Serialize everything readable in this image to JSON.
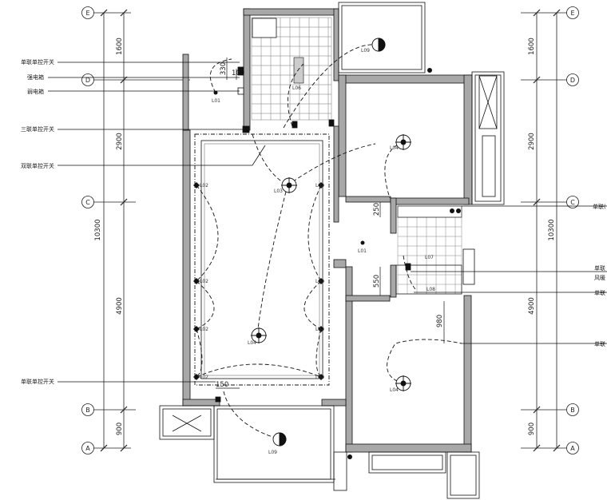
{
  "grid_axes": {
    "left": [
      "E",
      "D",
      "C",
      "B",
      "A"
    ],
    "right": [
      "E",
      "D",
      "C",
      "B",
      "A"
    ]
  },
  "dimensions": {
    "segments": [
      "1600",
      "2900",
      "4900",
      "900"
    ],
    "total": "10300",
    "details": {
      "d330": "330",
      "d100": "100",
      "d250": "250",
      "d550": "550",
      "d980": "980",
      "d150": "150"
    }
  },
  "annotations": {
    "left": {
      "single_switch_top": "单联单控开关",
      "strong_box": "强电箱",
      "weak_box": "弱电箱",
      "triple_switch": "三联单控开关",
      "double_switch": "双联单控开关",
      "single_switch_bottom": "单联单控开关"
    },
    "right": {
      "r1": "单联(",
      "r2a": "单联",
      "r2b": "风暖",
      "r3": "单联",
      "r4": "单联"
    }
  },
  "fixtures": {
    "L01": "L01",
    "L02": "L02",
    "L03": "L03",
    "L04": "L04",
    "L06": "L06",
    "L07": "L07",
    "L08": "L08",
    "L09": "L09"
  }
}
